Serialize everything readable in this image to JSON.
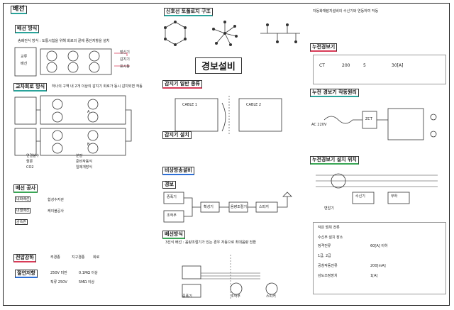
{
  "main_title": "경보설비",
  "col1": {
    "title": "배선",
    "wiring_header": "배선 방식",
    "wiring_note": "송배전식 방식 : 도통시험을 위해 회로의 끝에 종단저항을 설치",
    "feed_labels": [
      "교류",
      "배선"
    ],
    "label_a": "A",
    "label_b": "B",
    "right_notes": [
      "발신기",
      "감지기",
      "표시등"
    ],
    "cross_header": "교차회로 방식",
    "cross_note": "하나의 구역 내 2개 이상의 감지기 회로가 동시 감지되면 작동",
    "bullets": [
      "연결살수",
      "할론",
      "CO2",
      "분말",
      "준비작동식",
      "일제개방식"
    ],
    "fire_header": "배선 공사",
    "fire_items": [
      "내화배선",
      "내열배선",
      "금속관",
      "합성수지관",
      "케이블공사"
    ],
    "voltage_header": "전압강하",
    "voltage_items": [
      "주경종",
      "지구경종",
      "회로"
    ],
    "insulation_header": "절연저항",
    "insulation_items": [
      "250V 미만",
      "0.1MΩ 이상",
      "직류 250V",
      "5MΩ 이상"
    ]
  },
  "col2": {
    "topology_header": "신호선 토폴로지 구조",
    "smoke_header": "감지기 일반 종류",
    "cable1": "CABLE 1",
    "cable2": "CABLE 2",
    "spot_header": "감지기 설치",
    "alarm_header": "비상방송설비",
    "alarm_box": "경보",
    "blocks": [
      "증폭기",
      "조작부",
      "확성기",
      "음량조절기",
      "스피커"
    ],
    "wiring_header": "배선방식",
    "wiring_note": "3선식 배선 : 음량조절기가 있는 경우 자동으로 최대음량 전환",
    "bottom_labels": [
      "증폭기",
      "조작부",
      "스피커"
    ]
  },
  "col3": {
    "top_note": "자동화재탐지설비의 수신기와 연동하여 작동",
    "power_header": "누전경보기",
    "formula_ct": "CT",
    "formula_amp": "200",
    "formula_unit": "5",
    "formula_mark": "30[A]",
    "operation_header": "누전 경보기 작동원리",
    "ac_label": "AC 220V",
    "zct_label": "ZCT",
    "leak_header": "누전경보기 설치 위치",
    "leak_labels": [
      "변압기",
      "수신기",
      "부하"
    ],
    "tiny_header": "작은 범위 전류",
    "items": [
      "수신부 설치 장소",
      "정격전류",
      "60[A] 이하",
      "1급, 2급",
      "공칭작동전류",
      "200[mA]",
      "감도조정장치",
      "1[A]"
    ]
  }
}
